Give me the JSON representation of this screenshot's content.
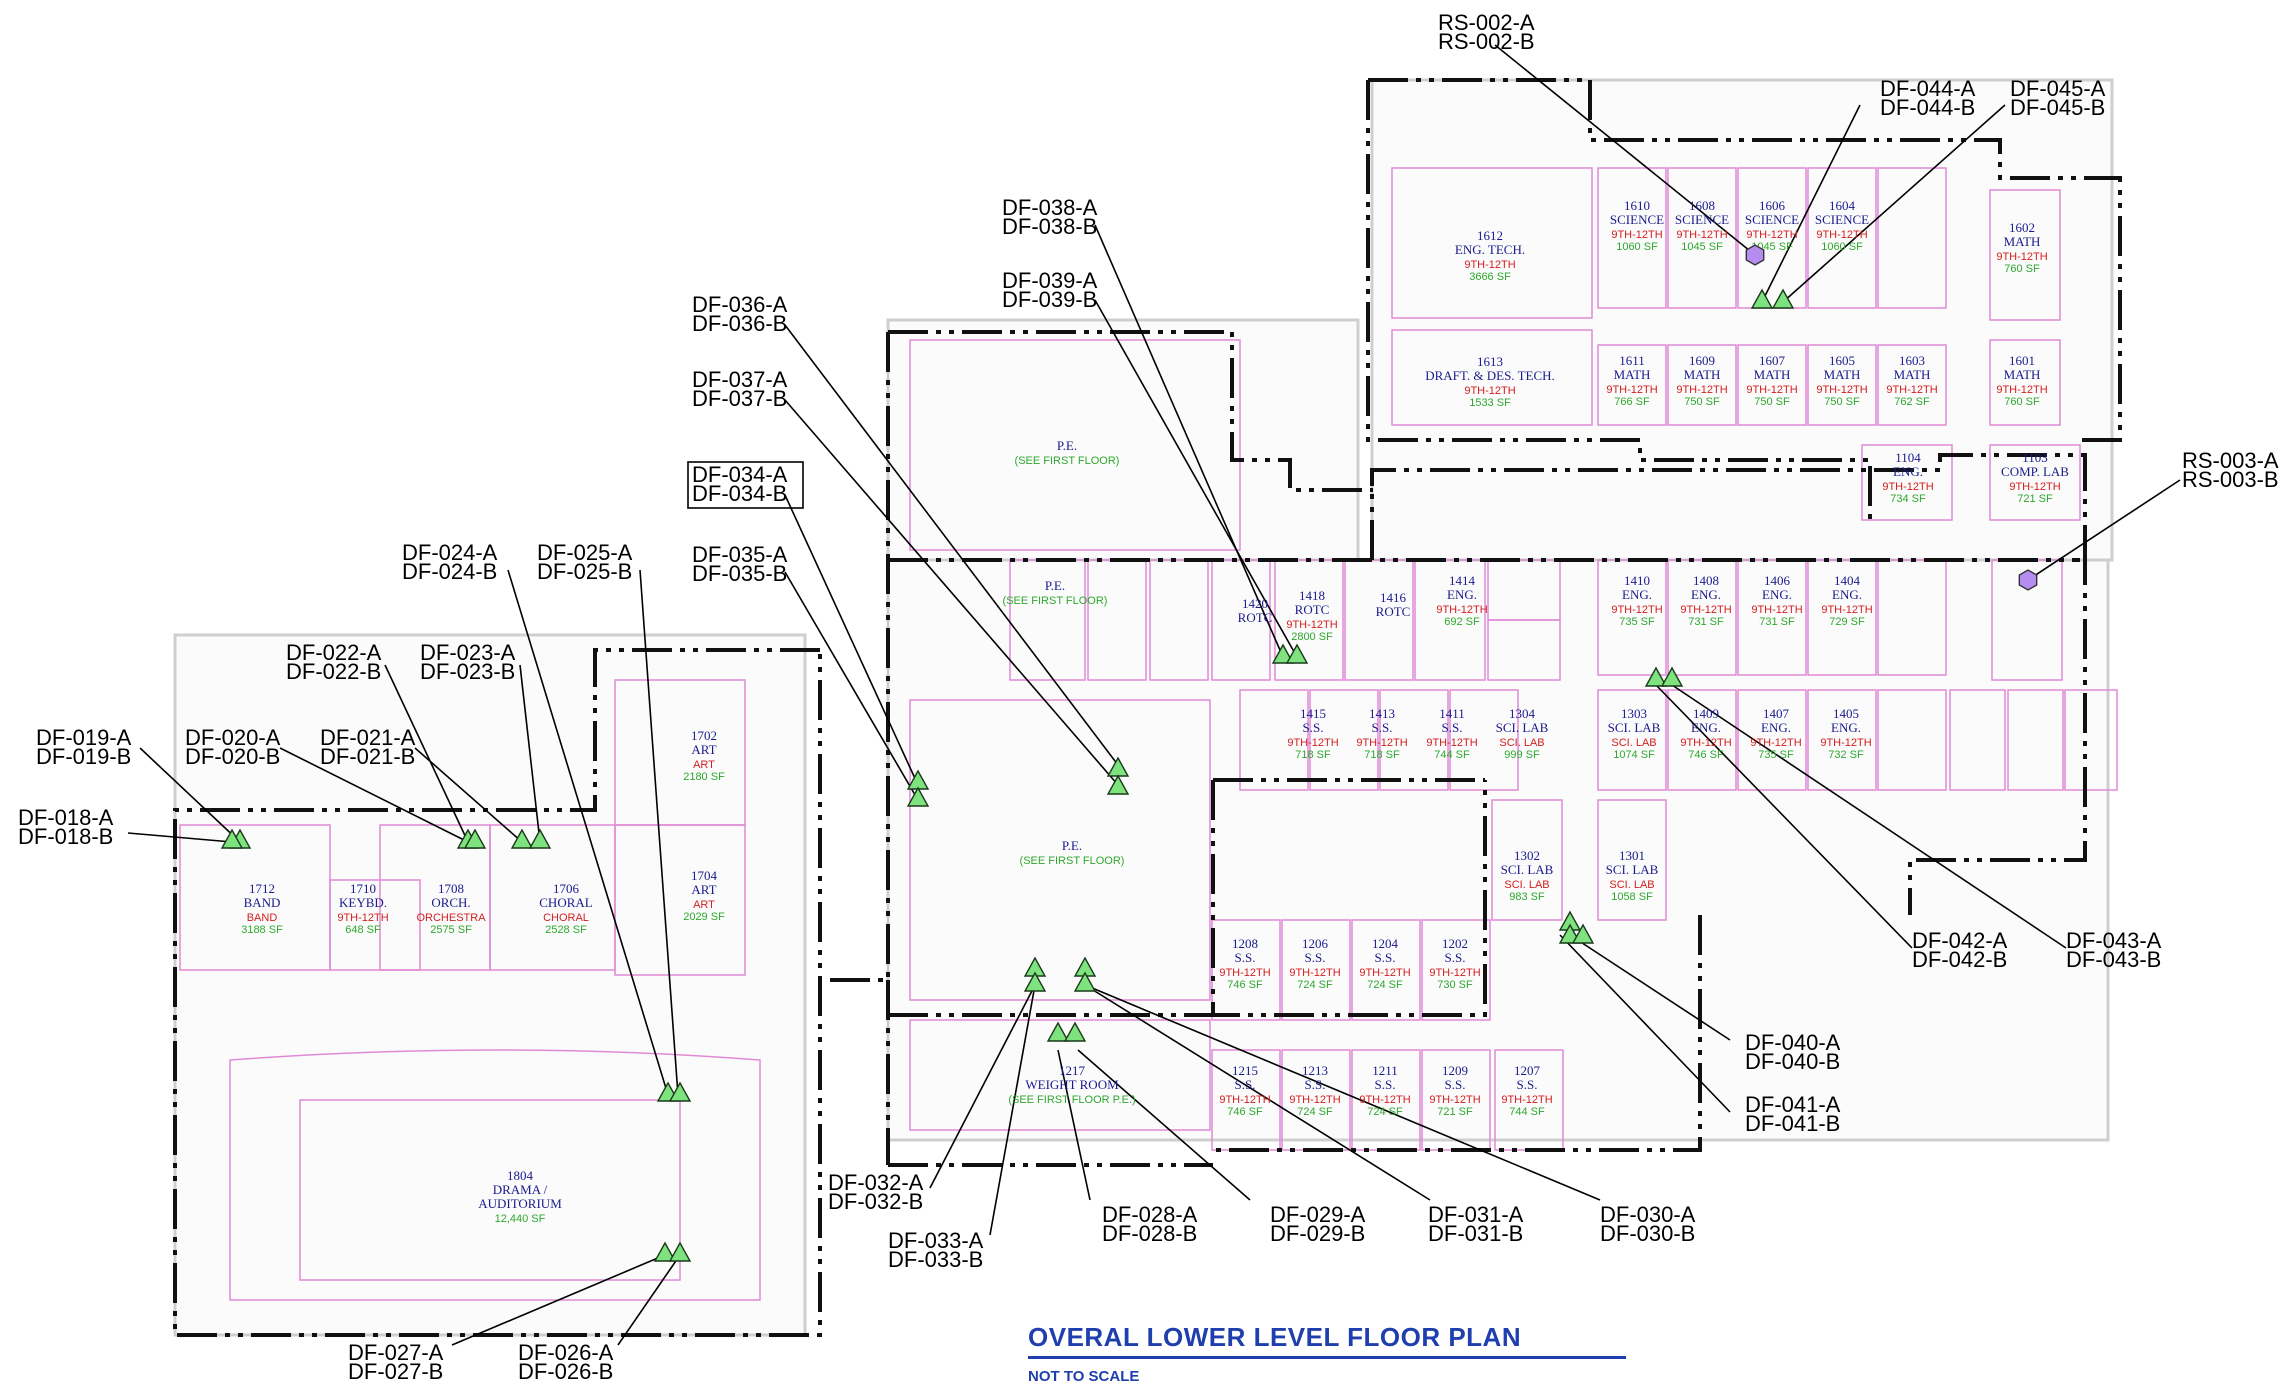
{
  "title": "OVERAL LOWER LEVEL FLOOR PLAN",
  "subtitle": "NOT TO SCALE",
  "colors": {
    "wall": "#c9c9c9",
    "partition": "#e08ad6",
    "boundary": "#111111",
    "room_name": "#1a1a8c",
    "grade": "#d42020",
    "area": "#2ea82e",
    "df_marker": "#7ee37e",
    "rs_marker": "#b58cf0"
  },
  "callouts": [
    {
      "id": "rs002",
      "lines": [
        "RS-002-A",
        "RS-002-B"
      ],
      "marker": "hexagon"
    },
    {
      "id": "df044",
      "lines": [
        "DF-044-A",
        "DF-044-B"
      ],
      "marker": "triangle"
    },
    {
      "id": "df045",
      "lines": [
        "DF-045-A",
        "DF-045-B"
      ],
      "marker": "triangle"
    },
    {
      "id": "df038",
      "lines": [
        "DF-038-A",
        "DF-038-B"
      ],
      "marker": "triangle"
    },
    {
      "id": "df039",
      "lines": [
        "DF-039-A",
        "DF-039-B"
      ],
      "marker": "triangle"
    },
    {
      "id": "df036",
      "lines": [
        "DF-036-A",
        "DF-036-B"
      ],
      "marker": "triangle"
    },
    {
      "id": "df037",
      "lines": [
        "DF-037-A",
        "DF-037-B"
      ],
      "marker": "triangle"
    },
    {
      "id": "df034",
      "lines": [
        "DF-034-A",
        "DF-034-B"
      ],
      "marker": "triangle",
      "boxed": true
    },
    {
      "id": "df035",
      "lines": [
        "DF-035-A",
        "DF-035-B"
      ],
      "marker": "triangle"
    },
    {
      "id": "df024",
      "lines": [
        "DF-024-A",
        "DF-024-B"
      ],
      "marker": "triangle"
    },
    {
      "id": "df025",
      "lines": [
        "DF-025-A",
        "DF-025-B"
      ],
      "marker": "triangle"
    },
    {
      "id": "df022",
      "lines": [
        "DF-022-A",
        "DF-022-B"
      ],
      "marker": "triangle"
    },
    {
      "id": "df023",
      "lines": [
        "DF-023-A",
        "DF-023-B"
      ],
      "marker": "triangle"
    },
    {
      "id": "df019",
      "lines": [
        "DF-019-A",
        "DF-019-B"
      ],
      "marker": "triangle"
    },
    {
      "id": "df020",
      "lines": [
        "DF-020-A",
        "DF-020-B"
      ],
      "marker": "triangle"
    },
    {
      "id": "df021",
      "lines": [
        "DF-021-A",
        "DF-021-B"
      ],
      "marker": "triangle"
    },
    {
      "id": "df018",
      "lines": [
        "DF-018-A",
        "DF-018-B"
      ],
      "marker": "triangle"
    },
    {
      "id": "rs003",
      "lines": [
        "RS-003-A",
        "RS-003-B"
      ],
      "marker": "hexagon"
    },
    {
      "id": "df042",
      "lines": [
        "DF-042-A",
        "DF-042-B"
      ],
      "marker": "triangle"
    },
    {
      "id": "df043",
      "lines": [
        "DF-043-A",
        "DF-043-B"
      ],
      "marker": "triangle"
    },
    {
      "id": "df040",
      "lines": [
        "DF-040-A",
        "DF-040-B"
      ],
      "marker": "triangle"
    },
    {
      "id": "df041",
      "lines": [
        "DF-041-A",
        "DF-041-B"
      ],
      "marker": "triangle"
    },
    {
      "id": "df032",
      "lines": [
        "DF-032-A",
        "DF-032-B"
      ],
      "marker": "triangle"
    },
    {
      "id": "df033",
      "lines": [
        "DF-033-A",
        "DF-033-B"
      ],
      "marker": "triangle"
    },
    {
      "id": "df028",
      "lines": [
        "DF-028-A",
        "DF-028-B"
      ],
      "marker": "triangle"
    },
    {
      "id": "df029",
      "lines": [
        "DF-029-A",
        "DF-029-B"
      ],
      "marker": "triangle"
    },
    {
      "id": "df031",
      "lines": [
        "DF-031-A",
        "DF-031-B"
      ],
      "marker": "triangle"
    },
    {
      "id": "df030",
      "lines": [
        "DF-030-A",
        "DF-030-B"
      ],
      "marker": "triangle"
    },
    {
      "id": "df027",
      "lines": [
        "DF-027-A",
        "DF-027-B"
      ],
      "marker": "triangle"
    },
    {
      "id": "df026",
      "lines": [
        "DF-026-A",
        "DF-026-B"
      ],
      "marker": "triangle"
    }
  ],
  "rooms": [
    {
      "lines": [
        "1612",
        "ENG. TECH."
      ],
      "grade": "9TH-12TH",
      "sf": "3666 SF"
    },
    {
      "lines": [
        "1610",
        "SCIENCE"
      ],
      "grade": "9TH-12TH",
      "sf": "1060 SF"
    },
    {
      "lines": [
        "1608",
        "SCIENCE"
      ],
      "grade": "9TH-12TH",
      "sf": "1045 SF"
    },
    {
      "lines": [
        "1606",
        "SCIENCE"
      ],
      "grade": "9TH-12TH",
      "sf": "1045 SF"
    },
    {
      "lines": [
        "1604",
        "SCIENCE"
      ],
      "grade": "9TH-12TH",
      "sf": "1060 SF"
    },
    {
      "lines": [
        "1602",
        "MATH"
      ],
      "grade": "9TH-12TH",
      "sf": "760 SF"
    },
    {
      "lines": [
        "1613",
        "DRAFT. & DES. TECH."
      ],
      "grade": "9TH-12TH",
      "sf": "1533 SF"
    },
    {
      "lines": [
        "1611",
        "MATH"
      ],
      "grade": "9TH-12TH",
      "sf": "766 SF"
    },
    {
      "lines": [
        "1609",
        "MATH"
      ],
      "grade": "9TH-12TH",
      "sf": "750 SF"
    },
    {
      "lines": [
        "1607",
        "MATH"
      ],
      "grade": "9TH-12TH",
      "sf": "750 SF"
    },
    {
      "lines": [
        "1605",
        "MATH"
      ],
      "grade": "9TH-12TH",
      "sf": "750 SF"
    },
    {
      "lines": [
        "1603",
        "MATH"
      ],
      "grade": "9TH-12TH",
      "sf": "762 SF"
    },
    {
      "lines": [
        "1601",
        "MATH"
      ],
      "grade": "9TH-12TH",
      "sf": "760 SF"
    },
    {
      "lines": [
        "1104",
        "ENG."
      ],
      "grade": "9TH-12TH",
      "sf": "734 SF"
    },
    {
      "lines": [
        "1103",
        "COMP. LAB"
      ],
      "grade": "9TH-12TH",
      "sf": "721 SF"
    },
    {
      "lines": [
        "1418",
        "ROTC"
      ],
      "grade": "9TH-12TH",
      "sf": "2800 SF"
    },
    {
      "lines": [
        "1420",
        "ROTC"
      ],
      "grade": "",
      "sf": ""
    },
    {
      "lines": [
        "1416",
        "ROTC"
      ],
      "grade": "",
      "sf": ""
    },
    {
      "lines": [
        "1414",
        "ENG."
      ],
      "grade": "9TH-12TH",
      "sf": "692 SF"
    },
    {
      "lines": [
        "1410",
        "ENG."
      ],
      "grade": "9TH-12TH",
      "sf": "735 SF"
    },
    {
      "lines": [
        "1408",
        "ENG."
      ],
      "grade": "9TH-12TH",
      "sf": "731 SF"
    },
    {
      "lines": [
        "1406",
        "ENG."
      ],
      "grade": "9TH-12TH",
      "sf": "731 SF"
    },
    {
      "lines": [
        "1404",
        "ENG."
      ],
      "grade": "9TH-12TH",
      "sf": "729 SF"
    },
    {
      "lines": [
        "1415",
        "S.S."
      ],
      "grade": "9TH-12TH",
      "sf": "718 SF"
    },
    {
      "lines": [
        "1413",
        "S.S."
      ],
      "grade": "9TH-12TH",
      "sf": "718 SF"
    },
    {
      "lines": [
        "1411",
        "S.S."
      ],
      "grade": "9TH-12TH",
      "sf": "744 SF"
    },
    {
      "lines": [
        "1304",
        "SCI. LAB"
      ],
      "grade": "SCI. LAB",
      "sf": "999 SF"
    },
    {
      "lines": [
        "1303",
        "SCI. LAB"
      ],
      "grade": "SCI. LAB",
      "sf": "1074 SF"
    },
    {
      "lines": [
        "1409",
        "ENG."
      ],
      "grade": "9TH-12TH",
      "sf": "746 SF"
    },
    {
      "lines": [
        "1407",
        "ENG."
      ],
      "grade": "9TH-12TH",
      "sf": "735 SF"
    },
    {
      "lines": [
        "1405",
        "ENG."
      ],
      "grade": "9TH-12TH",
      "sf": "732 SF"
    },
    {
      "lines": [
        "1302",
        "SCI. LAB"
      ],
      "grade": "SCI. LAB",
      "sf": "983 SF"
    },
    {
      "lines": [
        "1301",
        "SCI. LAB"
      ],
      "grade": "SCI. LAB",
      "sf": "1058 SF"
    },
    {
      "lines": [
        "1208",
        "S.S."
      ],
      "grade": "9TH-12TH",
      "sf": "746 SF"
    },
    {
      "lines": [
        "1206",
        "S.S."
      ],
      "grade": "9TH-12TH",
      "sf": "724 SF"
    },
    {
      "lines": [
        "1204",
        "S.S."
      ],
      "grade": "9TH-12TH",
      "sf": "724 SF"
    },
    {
      "lines": [
        "1202",
        "S.S."
      ],
      "grade": "9TH-12TH",
      "sf": "730 SF"
    },
    {
      "lines": [
        "1215",
        "S.S."
      ],
      "grade": "9TH-12TH",
      "sf": "746 SF"
    },
    {
      "lines": [
        "1213",
        "S.S."
      ],
      "grade": "9TH-12TH",
      "sf": "724 SF"
    },
    {
      "lines": [
        "1211",
        "S.S."
      ],
      "grade": "9TH-12TH",
      "sf": "724 SF"
    },
    {
      "lines": [
        "1209",
        "S.S."
      ],
      "grade": "9TH-12TH",
      "sf": "721 SF"
    },
    {
      "lines": [
        "1207",
        "S.S."
      ],
      "grade": "9TH-12TH",
      "sf": "744 SF"
    },
    {
      "lines": [
        "1217",
        "WEIGHT ROOM"
      ],
      "grade": "",
      "sf": "(SEE FIRST FLOOR P.E.)"
    },
    {
      "lines": [
        "P.E."
      ],
      "grade": "",
      "sf": "(SEE FIRST FLOOR)"
    },
    {
      "lines": [
        "P.E."
      ],
      "grade": "",
      "sf": "(SEE FIRST FLOOR)"
    },
    {
      "lines": [
        "P.E."
      ],
      "grade": "",
      "sf": "(SEE FIRST FLOOR)"
    },
    {
      "lines": [
        "1702",
        "ART"
      ],
      "grade": "ART",
      "sf": "2180 SF"
    },
    {
      "lines": [
        "1704",
        "ART"
      ],
      "grade": "ART",
      "sf": "2029 SF"
    },
    {
      "lines": [
        "1712",
        "BAND"
      ],
      "grade": "BAND",
      "sf": "3188 SF"
    },
    {
      "lines": [
        "1710",
        "KEYBD."
      ],
      "grade": "9TH-12TH",
      "sf": "648 SF"
    },
    {
      "lines": [
        "1708",
        "ORCH."
      ],
      "grade": "ORCHESTRA",
      "sf": "2575 SF"
    },
    {
      "lines": [
        "1706",
        "CHORAL"
      ],
      "grade": "CHORAL",
      "sf": "2528 SF"
    },
    {
      "lines": [
        "1804",
        "DRAMA /",
        "AUDITORIUM"
      ],
      "grade": "",
      "sf": "12,440 SF"
    }
  ]
}
